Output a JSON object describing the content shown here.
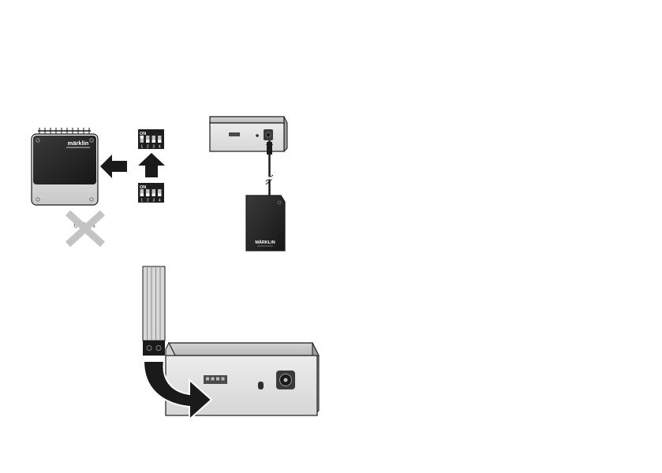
{
  "dip_switches": {
    "on_label": "ON",
    "positions": [
      "1",
      "2",
      "3",
      "4"
    ]
  },
  "decoder": {
    "brand_label": "märklin"
  },
  "power_supply": {
    "brand_label": "MÄRKLIN"
  },
  "crossed_item": {
    "label": "60174"
  },
  "colors": {
    "line": "#1a1a1a",
    "device_top": "#c8c8c8",
    "device_front": "#e2e2e2",
    "dark_unit": "#262626",
    "cross": "#c4c4c4"
  },
  "icons": [
    "arrow-left-icon",
    "arrow-up-icon",
    "curved-arrow-icon",
    "cross-icon"
  ]
}
